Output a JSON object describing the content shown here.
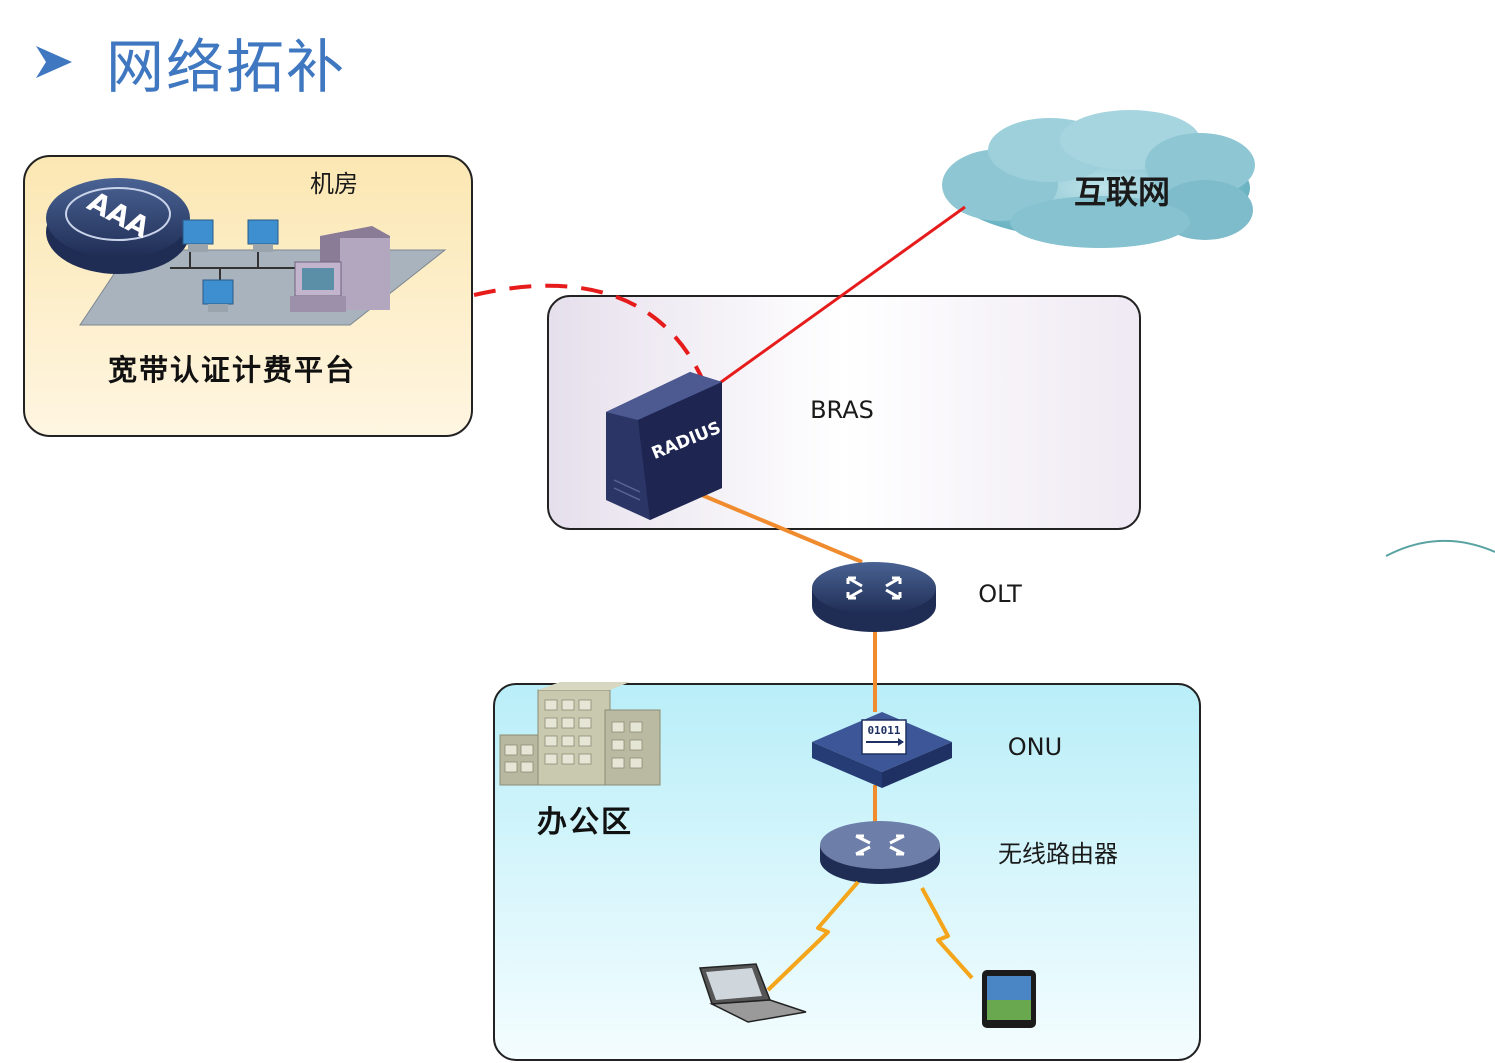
{
  "title": "网络拓补",
  "datacenter": {
    "room_label": "机房",
    "platform_label": "宽带认证计费平台",
    "aaa_badge": "AAA"
  },
  "internet": {
    "label": "互联网"
  },
  "bras": {
    "label": "BRAS",
    "radius_label": "RADIUS"
  },
  "olt": {
    "label": "OLT"
  },
  "office": {
    "label": "办公区",
    "onu_label": "ONU",
    "onu_code": "01011",
    "router_label": "无线路由器"
  },
  "colors": {
    "title": "#3f78c0",
    "datacenter_fill": "#fdebc0",
    "bras_fill": "#ece6f1",
    "office_fill": "#c6f3fa",
    "internet_cloud": "#6bb7c6",
    "link_red": "#e61c1c",
    "link_orange": "#f08b2e",
    "wireless": "#f4a51a"
  }
}
